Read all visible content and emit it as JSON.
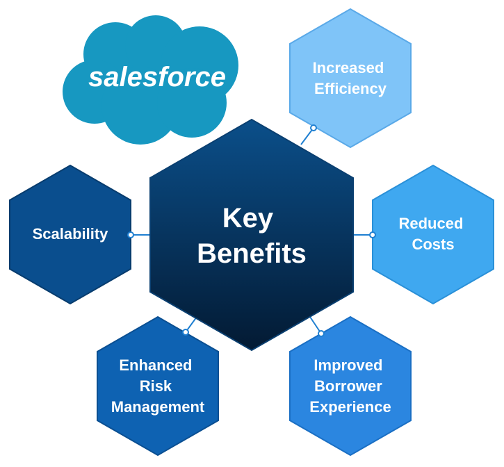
{
  "logo": {
    "text": "salesforce",
    "color": "#1798C1"
  },
  "center": {
    "lines": [
      "Key",
      "Benefits"
    ]
  },
  "benefits": [
    {
      "lines": [
        "Increased",
        "Efficiency"
      ]
    },
    {
      "lines": [
        "Reduced",
        "Costs"
      ]
    },
    {
      "lines": [
        "Improved",
        "Borrower",
        "Experience"
      ]
    },
    {
      "lines": [
        "Enhanced",
        "Risk",
        "Management"
      ]
    },
    {
      "lines": [
        "Scalability"
      ]
    }
  ],
  "colors": {
    "center_top": "#0B4F8A",
    "center_bottom": "#031A33",
    "efficiency": "#7FC4F8",
    "costs": "#3FA8F0",
    "experience": "#2B86E0",
    "risk": "#0E62B2",
    "scalability": "#0A4E8E",
    "connector": "#1F7FD1"
  }
}
